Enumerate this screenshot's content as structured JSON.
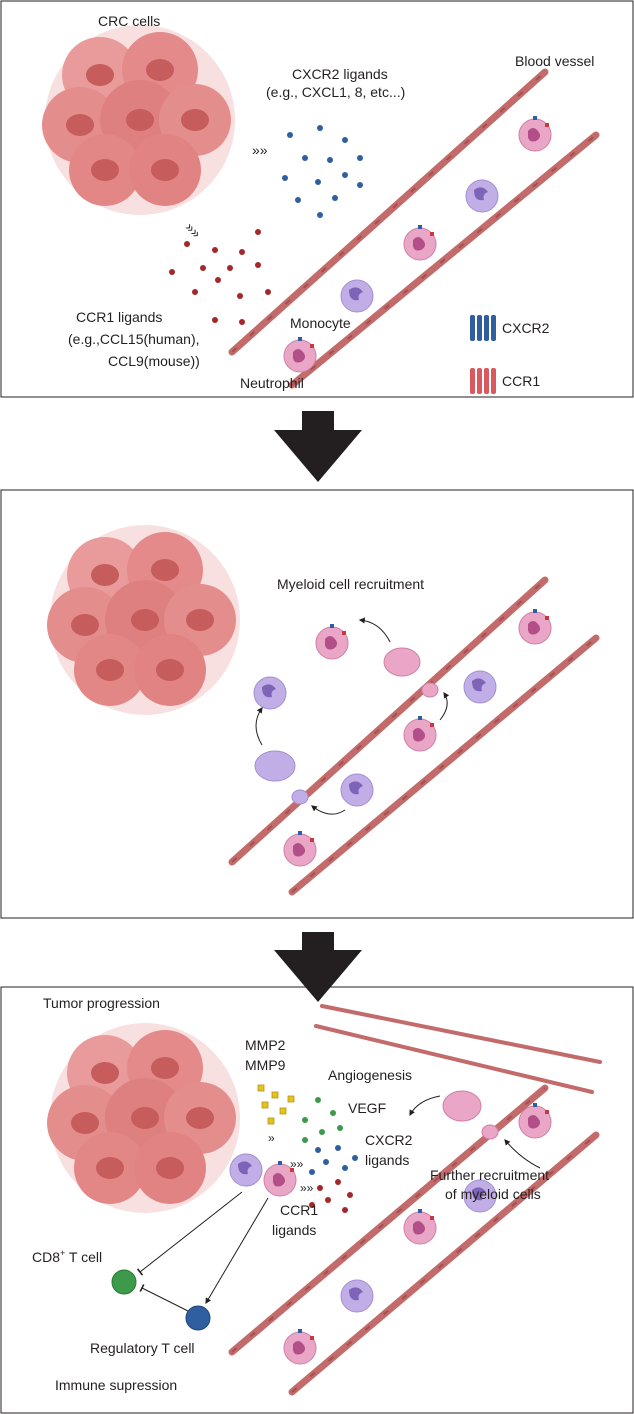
{
  "panel1": {
    "crc_cells": "CRC cells",
    "cxcr2_ligands": "CXCR2 ligands",
    "cxcr2_ligands_eg": "(e.g., CXCL1, 8, etc...)",
    "blood_vessel": "Blood vessel",
    "ccr1_ligands": "CCR1 ligands",
    "ccr1_ligands_eg1": "(e.g.,CCL15(human),",
    "ccr1_ligands_eg2": "CCL9(mouse))",
    "monocyte": "Monocyte",
    "neutrophil": "Neutrophil",
    "legend_cxcr2": "CXCR2",
    "legend_ccr1": "CCR1"
  },
  "panel2": {
    "myeloid_recruitment": "Myeloid cell recruitment"
  },
  "panel3": {
    "tumor_progression": "Tumor progression",
    "mmp2": "MMP2",
    "mmp9": "MMP9",
    "angiogenesis": "Angiogenesis",
    "vegf": "VEGF",
    "cxcr2": "CXCR2",
    "ligands_a": "ligands",
    "ccr1": "CCR1",
    "ligands_b": "ligands",
    "further_1": "Further recruitment",
    "further_2": "of myeloid cells",
    "cd8_base": "CD8",
    "cd8_sup": "+",
    "cd8_rest": " T cell",
    "treg": "Regulatory T cell",
    "immune_suppression": "Immune supression"
  },
  "colors": {
    "tumor": "#e07a7a",
    "vessel": "#c36b6b",
    "neutrophil": "#e9a3c3",
    "monocyte": "#b9a3e0",
    "cxcr2_dot": "#2f5f9e",
    "ccr1_dot": "#a3272b",
    "vegf_dot": "#3c9a4a",
    "mmp_square": "#e3c21a",
    "arrow": "#231f20"
  }
}
